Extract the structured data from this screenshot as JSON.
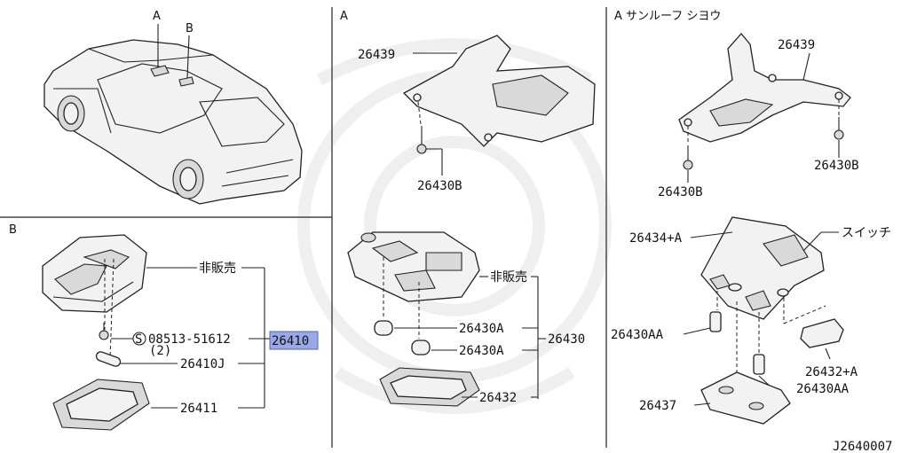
{
  "sections": {
    "car_label_a": "A",
    "car_label_b": "B",
    "b_title": "B",
    "a_title": "A",
    "a_sunroof_title": "A サンルーフ シヨウ"
  },
  "section_b": {
    "not_for_sale": "非販売",
    "screw": "08513-51612",
    "screw_qty": "(2)",
    "lamp_assy": "26410",
    "bulb": "26410J",
    "lens": "26411"
  },
  "section_a": {
    "bracket": "26439",
    "screw": "26430B",
    "not_for_sale": "非販売",
    "bulb_1": "26430A",
    "bulb_2": "26430A",
    "lamp_assy": "26430",
    "lens": "26432"
  },
  "section_a_sunroof": {
    "bracket": "26439",
    "screw_left": "26430B",
    "screw_right": "26430B",
    "housing": "26434+A",
    "switch": "スイッチ",
    "bulb_left": "26430AA",
    "bulb_right": "26430AA",
    "cover": "26432+A",
    "lens": "26437"
  },
  "diagram_code": "J2640007"
}
